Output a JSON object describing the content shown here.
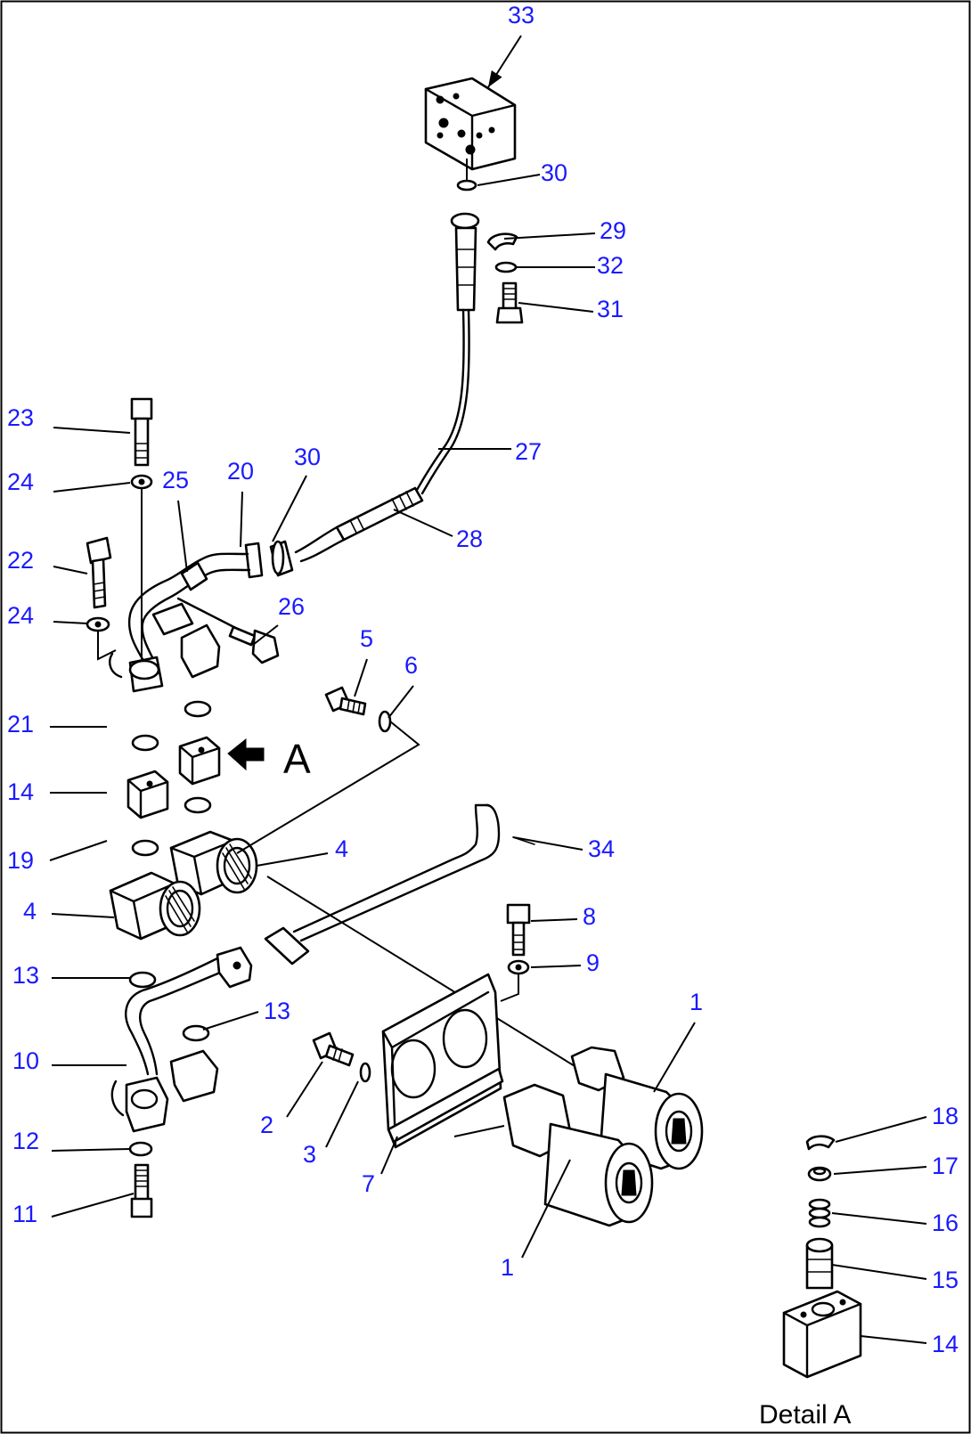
{
  "palette": {
    "callout": "#1a1aff",
    "ink": "#000000",
    "background": "#ffffff"
  },
  "view_arrow": {
    "letter": "A",
    "icon": "arrow-left-icon"
  },
  "detail": {
    "title": "Detail A"
  },
  "callouts": [
    {
      "label": "33"
    },
    {
      "label": "30"
    },
    {
      "label": "29"
    },
    {
      "label": "32"
    },
    {
      "label": "31"
    },
    {
      "label": "23"
    },
    {
      "label": "27"
    },
    {
      "label": "24"
    },
    {
      "label": "25"
    },
    {
      "label": "20"
    },
    {
      "label": "30"
    },
    {
      "label": "28"
    },
    {
      "label": "22"
    },
    {
      "label": "26"
    },
    {
      "label": "24"
    },
    {
      "label": "5"
    },
    {
      "label": "6"
    },
    {
      "label": "21"
    },
    {
      "label": "14"
    },
    {
      "label": "19"
    },
    {
      "label": "4"
    },
    {
      "label": "34"
    },
    {
      "label": "4"
    },
    {
      "label": "8"
    },
    {
      "label": "9"
    },
    {
      "label": "13"
    },
    {
      "label": "13"
    },
    {
      "label": "1"
    },
    {
      "label": "10"
    },
    {
      "label": "2"
    },
    {
      "label": "3"
    },
    {
      "label": "7"
    },
    {
      "label": "12"
    },
    {
      "label": "1"
    },
    {
      "label": "11"
    },
    {
      "label": "18"
    },
    {
      "label": "17"
    },
    {
      "label": "16"
    },
    {
      "label": "15"
    },
    {
      "label": "14"
    }
  ]
}
